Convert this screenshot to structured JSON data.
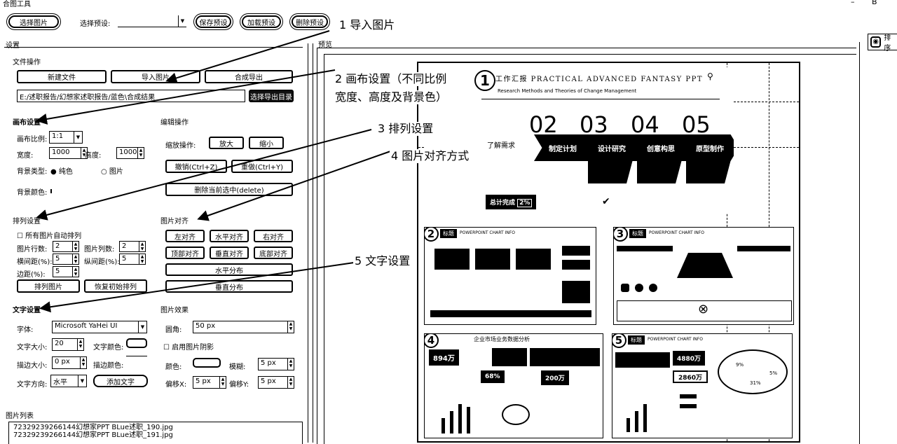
{
  "window": {
    "title": "合图工具",
    "restore_glyph": "B"
  },
  "toolbar": {
    "choose_images_label": "选择图片",
    "preset_label": "选择预设:",
    "preset_value": "",
    "save_preset": "保存预设",
    "load_preset": "加载预设",
    "delete_preset": "删除预设"
  },
  "settings": {
    "panel_title": "设置",
    "file_ops": {
      "title": "文件操作",
      "new_file": "新建文件",
      "import_images": "导入图片",
      "export": "合成导出",
      "path": "E:/述职报告/幻想家述职报告/蓝色\\合成结果",
      "choose_dir": "选择导出目录"
    },
    "canvas": {
      "title": "画布设置",
      "ratio_label": "画布比例:",
      "ratio_value": "1:1",
      "width_label": "宽度:",
      "width_value": "1000",
      "height_label": "高度:",
      "height_value": "1000",
      "bg_type_label": "背景类型:",
      "bg_solid": "纯色",
      "bg_image": "图片",
      "bg_color_label": "背景颜色:"
    },
    "edit": {
      "title": "编辑操作",
      "zoom_label": "缩放操作:",
      "zoom_in": "放大",
      "zoom_out": "缩小",
      "undo": "撤销(Ctrl+Z)",
      "redo": "重做(Ctrl+Y)",
      "delete_selected": "删除当前选中(delete)"
    },
    "arrange": {
      "title": "排列设置",
      "auto_arrange": "所有图片自动排列",
      "rows_label": "图片行数:",
      "rows_value": "2",
      "cols_label": "图片列数:",
      "cols_value": "2",
      "hgap_label": "横间距(%):",
      "hgap_value": "5",
      "vgap_label": "纵间距(%):",
      "vgap_value": "5",
      "margin_label": "边距(%):",
      "margin_value": "5",
      "apply_arrange": "排列图片",
      "restore_arrange": "恢复初始排列"
    },
    "align": {
      "title": "图片对齐",
      "left": "左对齐",
      "hcenter": "水平对齐",
      "right": "右对齐",
      "top": "顶部对齐",
      "vcenter": "垂直对齐",
      "bottom": "底部对齐",
      "hdistribute": "水平分布",
      "vdistribute": "垂直分布"
    },
    "text": {
      "title": "文字设置",
      "font_label": "字体:",
      "font_value": "Microsoft YaHei UI",
      "size_label": "文字大小:",
      "size_value": "20",
      "color_label": "文字颜色:",
      "stroke_size_label": "描边大小:",
      "stroke_size_value": "0 px",
      "stroke_color_label": "描边颜色:",
      "direction_label": "文字方向:",
      "direction_value": "水平",
      "add_text": "添加文字"
    },
    "effects": {
      "title": "图片效果",
      "radius_label": "圆角:",
      "radius_value": "50 px",
      "shadow_label": "启用图片阴影",
      "color_label": "颜色:",
      "blur_label": "模糊:",
      "blur_value": "5 px",
      "offset_x_label": "偏移X:",
      "offset_x_value": "5 px",
      "offset_y_label": "偏移Y:",
      "offset_y_value": "5 px"
    },
    "file_list": {
      "title": "图片列表",
      "items": [
        "7232923926614​4幻想家PPT BLue述职_190.jpg",
        "72329239266144幻想家PPT BLue述职_191.jpg"
      ]
    }
  },
  "preview": {
    "title": "预览",
    "right_tab": "排序"
  },
  "annotations": {
    "a1": "1 导入图片",
    "a2_line1": "2 画布设置（不同比例",
    "a2_line2": "宽度、高度及背景色）",
    "a3": "3 排列设置",
    "a4": "4 图片对齐方式",
    "a5": "5 文字设置"
  },
  "slides": {
    "s1": {
      "num": "1",
      "title": "工作汇报  PRACTICAL ADVANCED FANTASY PPT",
      "subtitle": "Research Methods and Theories of Change Management",
      "digits": [
        "02",
        "03",
        "04",
        "05"
      ],
      "left_label": "了解需求",
      "stages": [
        "制定计划",
        "设计研究",
        "创意构思",
        "原型制作"
      ],
      "stat_label": "总计完成",
      "stat_value": "2%"
    },
    "s2": {
      "num": "2",
      "tag": "标题",
      "header": "POWERPOINT CHART INFO"
    },
    "s3": {
      "num": "3",
      "tag": "标题",
      "header": "POWERPOINT CHART INFO"
    },
    "s4": {
      "num": "4",
      "header": "企业市场业务数据分析",
      "stat1": "894万",
      "stat2": "68%",
      "stat3": "200万"
    },
    "s5": {
      "num": "5",
      "tag": "标题",
      "header": "POWERPOINT CHART INFO",
      "stat1": "4880万",
      "stat2": "2860万",
      "pie_labels": [
        "9%",
        "5%",
        "31%"
      ]
    }
  },
  "colors": {
    "ink": "#000000",
    "paper": "#ffffff"
  }
}
